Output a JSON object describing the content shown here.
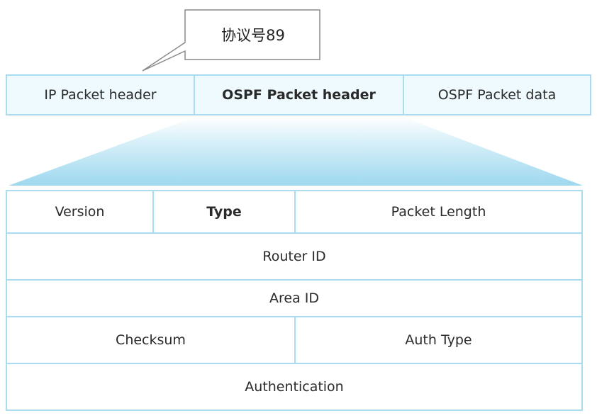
{
  "callout": {
    "text": "协议号89"
  },
  "packet_row": {
    "cells": [
      {
        "label": "IP Packet header"
      },
      {
        "label": "OSPF Packet header"
      },
      {
        "label": "OSPF Packet data"
      }
    ]
  },
  "ospf_header_fields": {
    "version": "Version",
    "type": "Type",
    "packet_length": "Packet Length",
    "router_id": "Router ID",
    "area_id": "Area ID",
    "checksum": "Checksum",
    "auth_type": "Auth Type",
    "authentication": "Authentication"
  },
  "colors": {
    "border": "#a9dcee",
    "row_fill": "#eefafd",
    "fan_fill": "#9ed8ee"
  }
}
